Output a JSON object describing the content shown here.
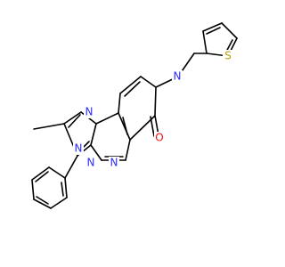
{
  "structure": {
    "atoms": [
      {
        "symbol": "N",
        "color": "#2c2cff"
      },
      {
        "symbol": "N",
        "color": "#2c2cff"
      },
      {
        "symbol": "N",
        "color": "#2c2cff"
      },
      {
        "symbol": "N",
        "color": "#2c2cff"
      },
      {
        "symbol": "N",
        "color": "#2c2cff"
      },
      {
        "symbol": "O",
        "color": "#ff0d0d"
      },
      {
        "symbol": "S",
        "color": "#b3a000"
      }
    ]
  }
}
